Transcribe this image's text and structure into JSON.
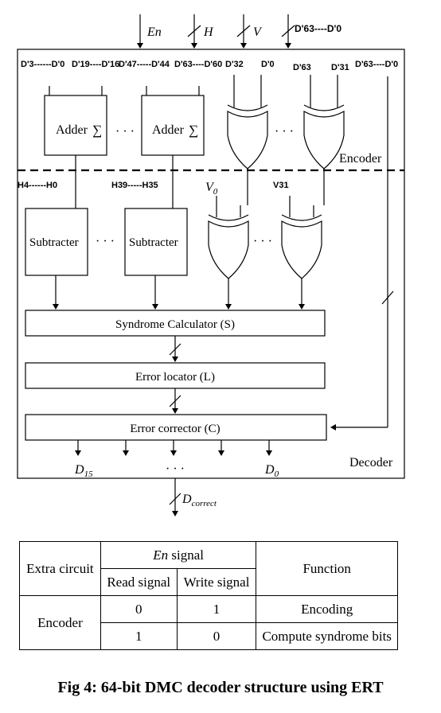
{
  "inputs": {
    "en": "En",
    "h": "H",
    "v": "V",
    "d0": "D'63----D'0"
  },
  "buses": {
    "b1": "D'3------D'0",
    "b2": "D'19----D'16",
    "b3": "D'47-----D'44",
    "b4": "D'63----D'60",
    "b5": "D'32",
    "b6": "D'0",
    "b7": "D'63",
    "b8": "D'31",
    "b9": "D'63----D'0"
  },
  "adder_label": "Adder",
  "sigma": "∑",
  "dots": "· · ·",
  "encoder_label": "Encoder",
  "decoder_label": "Decoder",
  "h_left": "H4------H0",
  "h_right": "H39-----H35",
  "v0": {
    "base": "V",
    "sub": "0"
  },
  "v31": "V31",
  "subtracter_label": "Subtracter",
  "syndrome_calc": "Syndrome Calculator (S)",
  "error_locator": "Error locator (L)",
  "error_corrector": "Error corrector (C)",
  "d15": {
    "base": "D",
    "sub": "15"
  },
  "d0_out": {
    "base": "D",
    "sub": "0"
  },
  "out_dots": "· · ·",
  "dcorrect": {
    "base": "D",
    "sub": "correct"
  },
  "table": {
    "extra_circuit": "Extra circuit",
    "en_signal_italic": "En",
    "en_signal_rest": " signal",
    "read_signal": "Read signal",
    "write_signal": "Write signal",
    "function": "Function",
    "row1": {
      "circuit": "Encoder",
      "read": "0",
      "write": "1",
      "function": "Encoding"
    },
    "row2": {
      "read": "1",
      "write": "0",
      "function": "Compute syndrome bits"
    }
  },
  "caption": "Fig 4: 64-bit DMC decoder structure using ERT"
}
